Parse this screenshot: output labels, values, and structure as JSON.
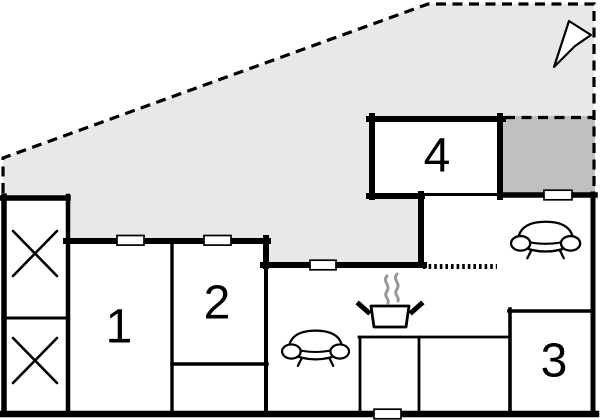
{
  "floorplan": {
    "rooms": [
      {
        "id": "room-1",
        "label": "1"
      },
      {
        "id": "room-2",
        "label": "2"
      },
      {
        "id": "room-3",
        "label": "3"
      },
      {
        "id": "room-4",
        "label": "4"
      }
    ],
    "colors": {
      "background": "#ffffff",
      "terrace_fill": "#e8e8e8",
      "covered_terrace_fill": "#c0c0c0",
      "wall": "#000000",
      "window_fill": "#ffffff",
      "steam": "#999999"
    },
    "icons": [
      "north-arrow-icon",
      "sofa-icon",
      "cooking-pot-icon",
      "steam-icon",
      "wardrobe-x-icon",
      "window"
    ]
  }
}
